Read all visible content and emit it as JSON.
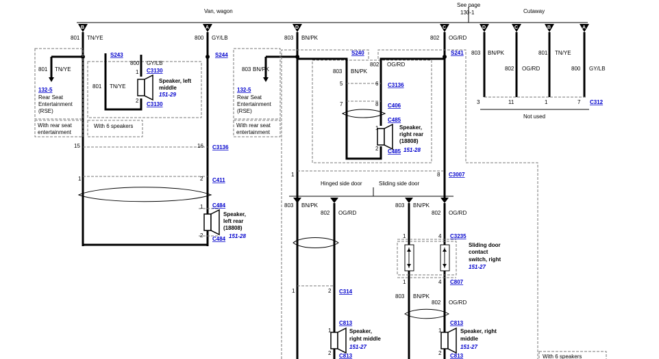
{
  "headers": {
    "van_wagon": "Van, wagon",
    "see_page": "See page",
    "see_page_num": "130-1",
    "cutaway": "Cutaway"
  },
  "hotwires": {
    "b": "B",
    "a": "A",
    "d": "D",
    "c": "C",
    "cut_d": "D",
    "cut_c": "C",
    "cut_b": "B",
    "cut_a": "A"
  },
  "circuits": {
    "c801_tnye": "TN/YE",
    "c800_gylb": "GY/LB",
    "c803_bnpk": "BN/PK",
    "c802_ogrd": "OG/RD",
    "n801": "801",
    "n800": "800",
    "n803": "803",
    "n802": "802"
  },
  "links": {
    "s243": "S243",
    "s244": "S244",
    "s240": "S240",
    "s241": "S241",
    "c3130a": "C3130",
    "c3130b": "C3130",
    "c3136_l": "C3136",
    "c3136_r": "C3136",
    "c406": "C406",
    "c485a": "C485",
    "c485b": "C485",
    "c312": "C312",
    "c411": "C411",
    "c484a": "C484",
    "c484b": "C484",
    "c3007": "C3007",
    "c3235": "C3235",
    "c807": "C807",
    "c314": "C314",
    "c813a": "C813",
    "c813b": "C813",
    "c813c": "C813",
    "c813d": "C813",
    "p132_5a": "132-5",
    "p132_5b": "132-5"
  },
  "labels": {
    "rse1": "Rear Seat",
    "rse2": "Entertainment",
    "rse3": "(RSE)",
    "with_rse1": "With rear seat",
    "with_rse2": "entertainment",
    "with_6": "With 6 speakers",
    "with_6b": "With 6 speakers",
    "not_used": "Not used",
    "hinged": "Hinged side door",
    "sliding": "Sliding side door"
  },
  "components": {
    "spk_lm1": "Speaker, left",
    "spk_lm2": "middle",
    "spk_lm_pg": "151-29",
    "spk_rr1": "Speaker,",
    "spk_rr2": "right rear",
    "spk_rr3": "(18808)",
    "spk_rr_pg": "151-28",
    "spk_lr1": "Speaker,",
    "spk_lr2": "left rear",
    "spk_lr3": "(18808)",
    "spk_lr_pg": "151-28",
    "sw1": "Sliding door",
    "sw2": "contact",
    "sw3": "switch, right",
    "sw_pg": "151-27",
    "spk_rm1": "Speaker,",
    "spk_rm2": "right middle",
    "spk_rm_pg": "151-27",
    "spk_rm_b1": "Speaker, right",
    "spk_rm_b2": "middle",
    "spk_rm_b_pg": "151-27"
  },
  "pins": {
    "p1": "1",
    "p2": "2",
    "p3": "3",
    "p4": "4",
    "p5": "5",
    "p6": "6",
    "p7": "7",
    "p8": "8",
    "p11": "11",
    "p15": "15",
    "p16": "16"
  }
}
